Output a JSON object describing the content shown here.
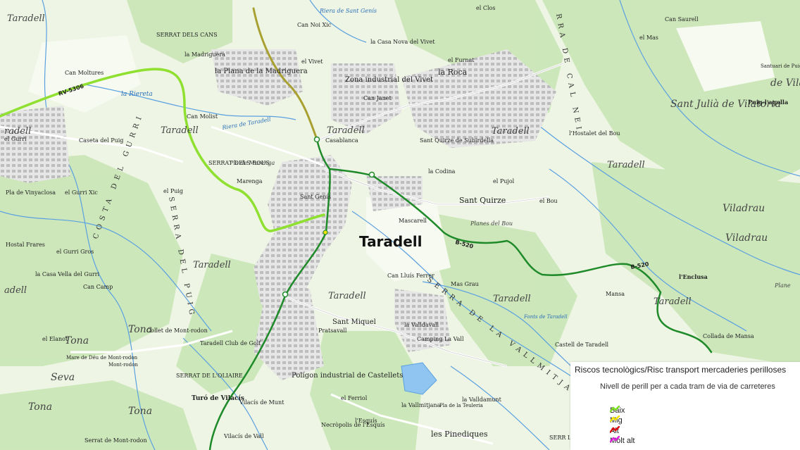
{
  "map": {
    "labels": {
      "taradell_nw": "Taradell",
      "gurri_w": "radell",
      "el_gurri": "el Gurri",
      "taradell_w": "Taradell",
      "caseta_puig": "Caseta del Puig",
      "can_moltures": "Can Moltures",
      "serrat_cans": "SERRAT DELS CANS",
      "madriguera": "la Madriguera",
      "plana_madriguera": "la Plana de la Madriguera",
      "can_molist": "Can Molist",
      "can_noi_xic": "Can Noi Xic",
      "casa_nova_vivet": "la Casa Nova del Vivet",
      "el_vivet": "el Vivet",
      "zona_industrial": "Zona industrial del Vivet",
      "el_furnat": "el Furnat",
      "la_roca": "la Roca",
      "el_clos": "el Clos",
      "can_janet": "Can Janet",
      "taradell_n": "Taradell",
      "casablanca": "Casablanca",
      "sant_quirze_sub": "Sant Quirze de Subirdella",
      "taradell_ne": "Taradell",
      "hostalet_bou": "l'Hostalet del Bou",
      "can_saurell": "Can Saurell",
      "el_mas": "el Mas",
      "sant_julia": "Sant Julià de Vilatorta",
      "de_vila": "de Vila",
      "puig_agulla": "Puig-l'agulla",
      "santuari": "Santuari de Puig-l'agulla",
      "serra_cal_nei": "RRA DE CAL NEI",
      "taradell_e": "Taradell",
      "viladrau_1": "Viladrau",
      "viladrau_2": "Viladrau",
      "la_codina": "la Codina",
      "el_pujol": "el Pujol",
      "sant_quirze": "Sant Quirze",
      "el_bou": "el Bou",
      "planes_bou": "Planes del Bou",
      "mascarell": "Mascarell",
      "taradell_main": "Taradell",
      "serrat_bous": "SERRAT DELS BOUS",
      "pla_marenga": "Pla de Marenga",
      "marenga": "Marenga",
      "sant_genis": "Sant Genís",
      "pla_vinyaclosa": "Pla de Vinyaclosa",
      "gurri_xic": "el Gurri Xic",
      "el_puig": "el Puig",
      "costa_gurri": "COSTA DEL GURRI",
      "serra_puig": "SERRA DEL PUIG",
      "hostal_frares": "Hostal Frares",
      "gurri_gros": "el Gurri Gros",
      "casa_vella": "la Casa Vella del Gurri",
      "can_camp": "Can Camp",
      "adell": "adell",
      "taradell_sw": "Taradell",
      "can_lluis": "Can Lluís Ferrer",
      "mas_grau": "Mas Grau",
      "taradell_c": "Taradell",
      "sant_miquel": "Sant Miquel",
      "pratsavall": "Pratsavall",
      "serra_vallmitjana": "SERRA DE LA VALLMITJA",
      "taradell_se": "Taradell",
      "taradell_far_e": "Taradell",
      "lenclusa": "l'Enclusa",
      "mansa": "Mansa",
      "collada_mansa": "Collada de Mansa",
      "fonts_taradell": "Fonts de Taradell",
      "castell_taradell": "Castell de Taradell",
      "la_valldavall": "la Valldavall",
      "camping": "Camping La Vall",
      "tona_1": "Tona",
      "tona_2": "Tona",
      "tona_3": "Tona",
      "tona_4": "Tona",
      "seva": "Seva",
      "el_elanot": "el Elanot",
      "mare_deu": "Mare de Déu de Mont-rodon",
      "mont_rodon": "Mont-rodon",
      "collet_mont": "Collet de Mont-rodon",
      "taradell_golf": "Taradell Club de Golf",
      "serrat_oliaire": "SERRAT DE L'OLIAIRE",
      "turo_vilacis": "Turó de Vilacís",
      "vilacis_munt": "Vilacís de Munt",
      "vilacis_avall": "Vilacís de Vall",
      "poligon": "Polígon industrial de Castellets",
      "el_ferriol": "el Ferriol",
      "vallmitjana": "la Vallmitjana",
      "valldamunt": "la Valldamunt",
      "la_teuleria": "Pla de la Teuleria",
      "lesquis": "l'Esquís",
      "necropolis": "Necròpolis de l'Esquís",
      "pinediques": "les Pinediques",
      "serrat_mont": "Serrat de Mont-rodon",
      "les_for": "SERR LES FOR",
      "riera_sant": "Riera de Sant Genís",
      "la_riereta": "la Riereta",
      "riera_taradell": "Riera de Taradell",
      "rv5306": "RV-5306",
      "b520_1": "B-520",
      "b520_2": "B-520",
      "plane": "Plane"
    }
  },
  "legend": {
    "title": "Riscos tecnològics/Risc transport mercaderies perilloses",
    "subtitle": "Nivell de perill per a cada tram de via de carreteres",
    "items": [
      {
        "label": "Baix",
        "color": "#7ee020"
      },
      {
        "label": "Mig",
        "color": "#f0e400"
      },
      {
        "label": "Alt",
        "color": "#e01010"
      },
      {
        "label": "Molt alt",
        "color": "#e020e0"
      }
    ]
  }
}
